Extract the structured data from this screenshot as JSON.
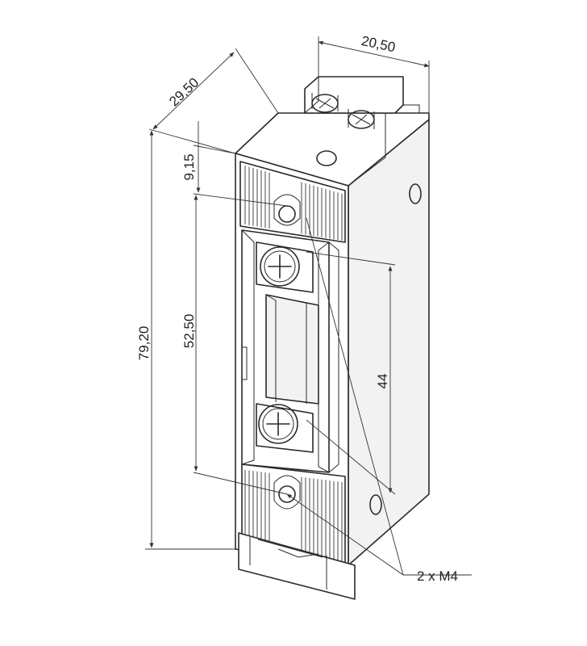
{
  "dimensions": {
    "depth": "29,50",
    "width": "20,50",
    "top_offset": "9,15",
    "hole_spacing": "52,50",
    "total_height": "79,20",
    "screw_spacing": "44"
  },
  "callout": {
    "label": "2 x M4"
  }
}
